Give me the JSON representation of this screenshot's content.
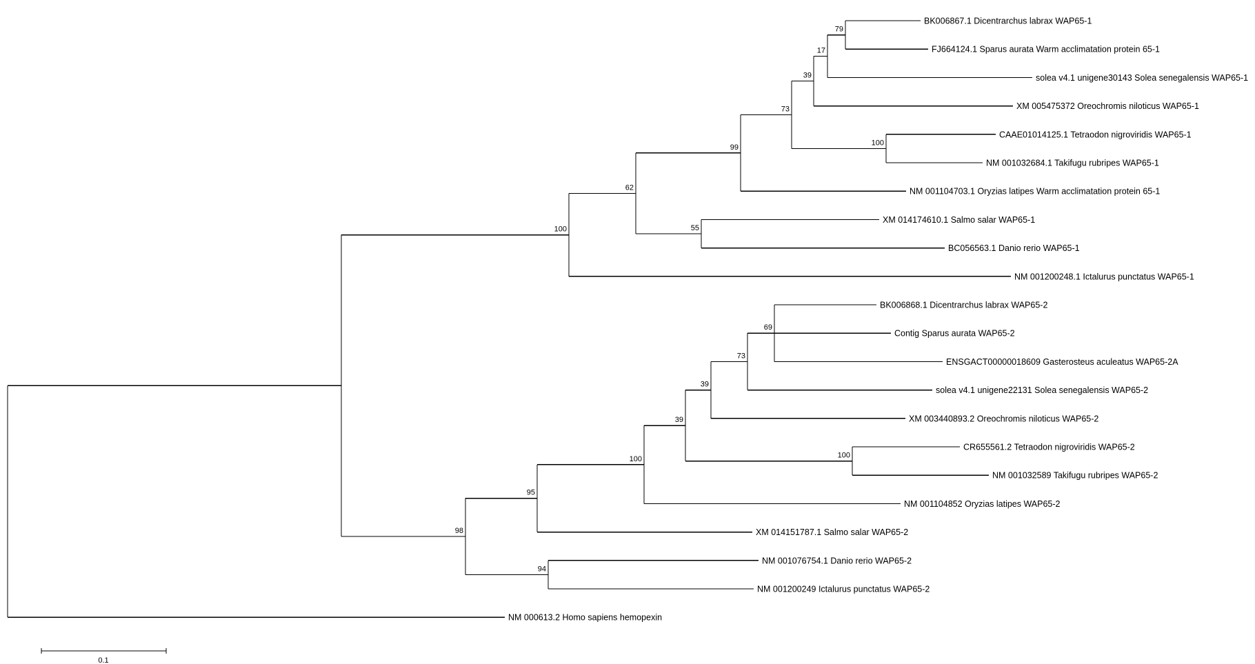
{
  "tree": {
    "nodes": [
      {
        "id": "root",
        "children": [
          "wap65",
          "homo"
        ]
      },
      {
        "id": "wap65",
        "children": [
          "w1",
          "w2"
        ]
      },
      {
        "id": "w1",
        "bootstrap": "100",
        "children": [
          "w1a",
          "ictalurus1"
        ]
      },
      {
        "id": "w1a",
        "bootstrap": "62",
        "children": [
          "w1b",
          "w1sd"
        ]
      },
      {
        "id": "w1b",
        "bootstrap": "99",
        "children": [
          "w1c",
          "oryzias1"
        ]
      },
      {
        "id": "w1c",
        "bootstrap": "73",
        "children": [
          "w1d",
          "w1tt"
        ]
      },
      {
        "id": "w1d",
        "bootstrap": "39",
        "children": [
          "w1e",
          "oreochromis1"
        ]
      },
      {
        "id": "w1e",
        "bootstrap": "17",
        "children": [
          "w1f",
          "solea1"
        ]
      },
      {
        "id": "w1f",
        "bootstrap": "79",
        "children": [
          "dicentrarchus1",
          "sparus1"
        ]
      },
      {
        "id": "w1tt",
        "bootstrap": "100",
        "children": [
          "tetraodon1",
          "takifugu1"
        ]
      },
      {
        "id": "w1sd",
        "bootstrap": "55",
        "children": [
          "salmo1",
          "danio1"
        ]
      },
      {
        "id": "w2",
        "bootstrap": "98",
        "children": [
          "w2a",
          "w2di"
        ]
      },
      {
        "id": "w2a",
        "bootstrap": "95",
        "children": [
          "w2b",
          "salmo2"
        ]
      },
      {
        "id": "w2b",
        "bootstrap": "100",
        "children": [
          "w2c",
          "oryzias2"
        ]
      },
      {
        "id": "w2c",
        "bootstrap": "39",
        "children": [
          "w2d",
          "w2tt"
        ]
      },
      {
        "id": "w2d",
        "bootstrap": "39",
        "children": [
          "w2e",
          "oreochromis2"
        ]
      },
      {
        "id": "w2e",
        "bootstrap": "73",
        "children": [
          "w2f",
          "solea2"
        ]
      },
      {
        "id": "w2f",
        "bootstrap": "69",
        "children": [
          "dicentrarchus2",
          "sparus2",
          "gasterosteus2a"
        ]
      },
      {
        "id": "w2tt",
        "bootstrap": "100",
        "children": [
          "tetraodon2",
          "takifugu2"
        ]
      },
      {
        "id": "w2di",
        "bootstrap": "94",
        "children": [
          "danio2",
          "ictalurus2"
        ]
      }
    ],
    "leaves": [
      {
        "id": "dicentrarchus1",
        "label": "BK006867.1 Dicentrarchus labrax WAP65-1"
      },
      {
        "id": "sparus1",
        "label": "FJ664124.1 Sparus aurata Warm acclimatation protein 65-1"
      },
      {
        "id": "solea1",
        "label": "solea v4.1 unigene30143 Solea senegalensis WAP65-1"
      },
      {
        "id": "oreochromis1",
        "label": "XM 005475372 Oreochromis niloticus WAP65-1"
      },
      {
        "id": "tetraodon1",
        "label": "CAAE01014125.1 Tetraodon nigroviridis WAP65-1"
      },
      {
        "id": "takifugu1",
        "label": "NM 001032684.1 Takifugu rubripes WAP65-1"
      },
      {
        "id": "oryzias1",
        "label": "NM 001104703.1 Oryzias latipes Warm acclimatation protein 65-1"
      },
      {
        "id": "salmo1",
        "label": "XM 014174610.1 Salmo salar WAP65-1"
      },
      {
        "id": "danio1",
        "label": "BC056563.1 Danio rerio WAP65-1"
      },
      {
        "id": "ictalurus1",
        "label": "NM 001200248.1 Ictalurus punctatus WAP65-1"
      },
      {
        "id": "dicentrarchus2",
        "label": "BK006868.1 Dicentrarchus labrax WAP65-2"
      },
      {
        "id": "sparus2",
        "label": "Contig Sparus aurata WAP65-2"
      },
      {
        "id": "gasterosteus2a",
        "label": "ENSGACT00000018609 Gasterosteus aculeatus WAP65-2A"
      },
      {
        "id": "solea2",
        "label": "solea v4.1 unigene22131 Solea senegalensis WAP65-2"
      },
      {
        "id": "oreochromis2",
        "label": "XM 003440893.2 Oreochromis niloticus WAP65-2"
      },
      {
        "id": "tetraodon2",
        "label": "CR655561.2 Tetraodon nigroviridis WAP65-2"
      },
      {
        "id": "takifugu2",
        "label": "NM 001032589 Takifugu rubripes WAP65-2"
      },
      {
        "id": "oryzias2",
        "label": "NM 001104852 Oryzias latipes WAP65-2"
      },
      {
        "id": "salmo2",
        "label": "XM 014151787.1 Salmo salar WAP65-2"
      },
      {
        "id": "danio2",
        "label": "NM 001076754.1 Danio rerio WAP65-2"
      },
      {
        "id": "ictalurus2",
        "label": "NM 001200249 Ictalurus punctatus WAP65-2"
      },
      {
        "id": "homo",
        "label": "NM 000613.2 Homo sapiens hemopexin"
      }
    ]
  },
  "scale_bar": {
    "label": "0.1"
  }
}
